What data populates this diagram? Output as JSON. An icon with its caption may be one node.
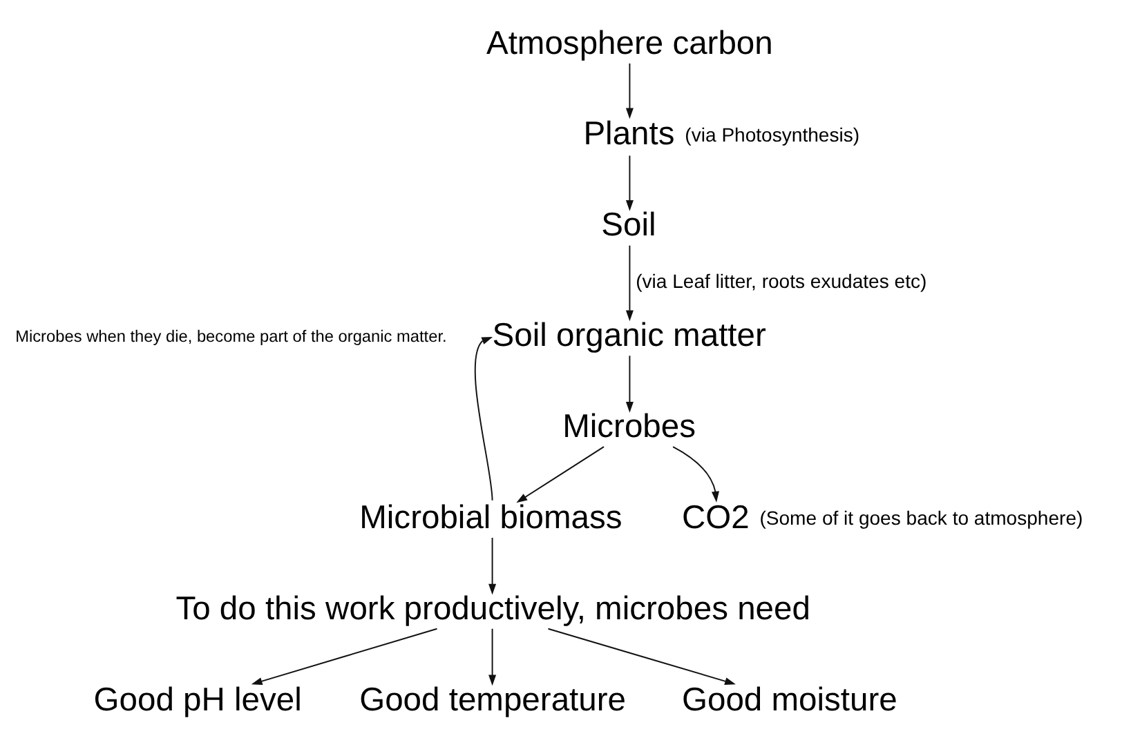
{
  "diagram": {
    "nodes": [
      {
        "text": [
          "Atmosphere carbon"
        ]
      },
      {
        "text": [
          "Plants"
        ],
        "beside": [
          "(via Photosynthesis)"
        ]
      },
      {
        "text": [
          "Soil"
        ]
      },
      {
        "text": [
          "Soil organic matter"
        ]
      },
      {
        "text": [
          "Microbes"
        ]
      },
      {
        "text": [
          "Microbial biomass"
        ]
      },
      {
        "text": [
          "CO2"
        ],
        "beside": [
          "(Some of it goes back to atmosphere)"
        ]
      },
      {
        "text": [
          "To do this work productively, microbes need"
        ]
      },
      {
        "text": [
          "Good pH level"
        ]
      },
      {
        "text": [
          "Good temperature"
        ]
      },
      {
        "text": [
          "Good moisture"
        ]
      }
    ],
    "edges": [
      {
        "from": 0,
        "to": 1,
        "arrow": "to"
      },
      {
        "from": 1,
        "to": 2,
        "arrow": "to"
      },
      {
        "from": 2,
        "to": 3,
        "arrow": "to",
        "label": "(via Leaf litter, roots exudates etc)"
      },
      {
        "from": 3,
        "to": 4,
        "arrow": "to"
      },
      {
        "from": 4,
        "to": 5,
        "arrow": "to"
      },
      {
        "from": 4,
        "to": 6,
        "arrow": "to"
      },
      {
        "from": 5,
        "to": 3,
        "arrow": "to"
      },
      {
        "from": 5,
        "to": 7,
        "arrow": "to"
      },
      {
        "from": 7,
        "to": 8,
        "arrow": "to"
      },
      {
        "from": 7,
        "to": 9,
        "arrow": "to"
      },
      {
        "from": 7,
        "to": 10,
        "arrow": "to"
      }
    ],
    "labels": [
      "Microbes when they die, become part of the organic matter."
    ]
  }
}
